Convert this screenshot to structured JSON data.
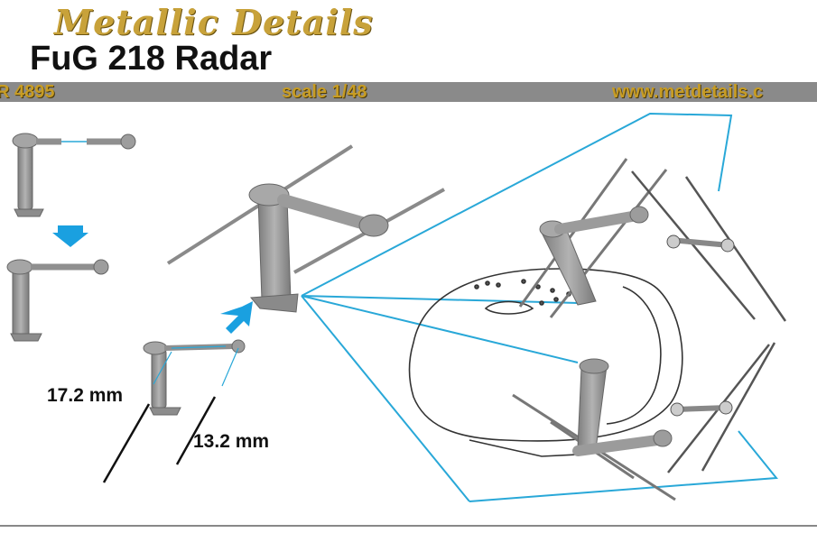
{
  "header": {
    "brand": "Metallic Details",
    "title": "FuG 218 Radar",
    "code": "R 4895",
    "scale": "scale 1/48",
    "url": "www.metdetails.c"
  },
  "measurements": {
    "long": "17.2 mm",
    "short": "13.2 mm"
  },
  "colors": {
    "gold": "#c79c24",
    "band": "#8a8a8a",
    "part": "#9a9a9a",
    "guide": "#29a8d8",
    "arrow": "#1aa0e0"
  }
}
